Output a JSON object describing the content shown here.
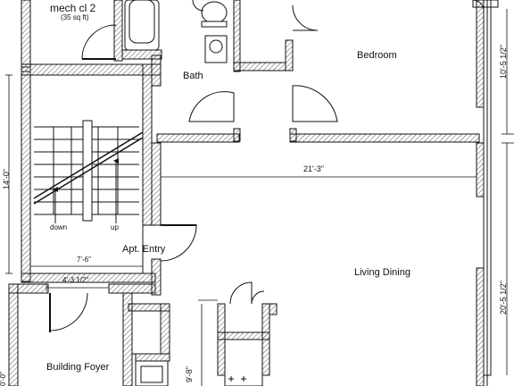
{
  "rooms": {
    "mech": "mech cl 2",
    "mech_area": "(35 sq ft)",
    "bath": "Bath",
    "bedroom": "Bedroom",
    "apt_entry": "Apt. Entry",
    "living": "Living Dining",
    "foyer": "Building Foyer"
  },
  "stair": {
    "down": "down",
    "up": "up"
  },
  "dimensions": {
    "width_21_3": "21'-3\"",
    "width_7_6": "7'-6\"",
    "width_4_3_half": "4'-3 1/2\"",
    "height_14_0": "14'-0\"",
    "height_10_5_half": "10'-5 1/2\"",
    "height_20_5_half": "20'-5 1/2\"",
    "height_9_8": "9'-8\"",
    "height_partial": "0'-0\""
  },
  "colors": {
    "wall": "#111111",
    "hatch": "#555555"
  }
}
